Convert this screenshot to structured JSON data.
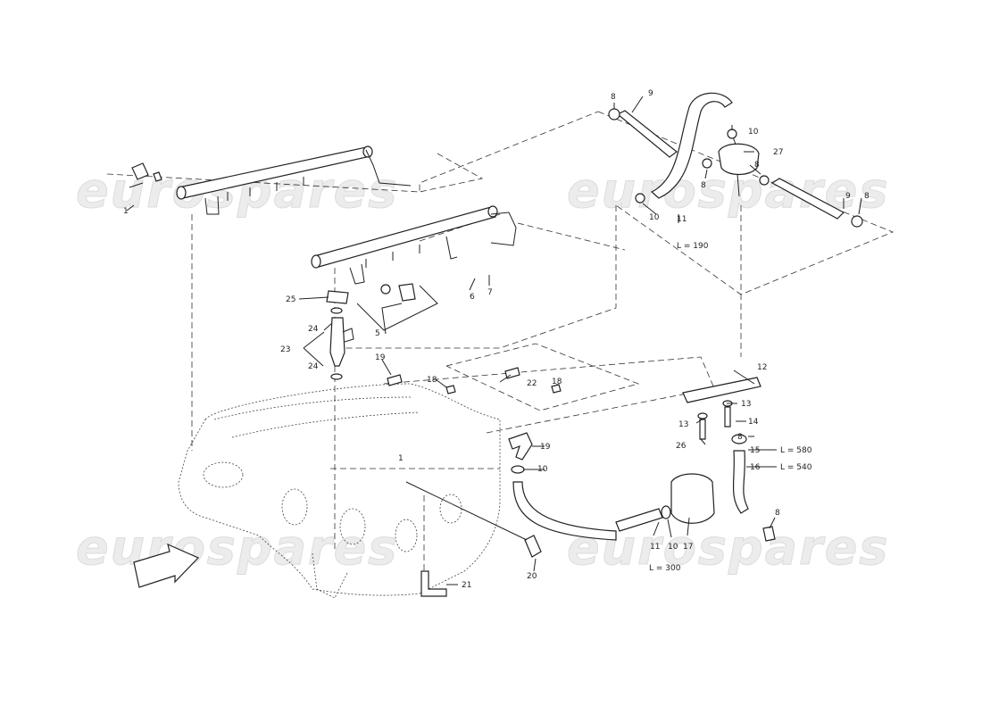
{
  "watermark": "eurospares",
  "part_labels": {
    "p1a": "1",
    "p1b": "1",
    "p5": "5",
    "p6": "6",
    "p7": "7",
    "p8a": "8",
    "p8b": "8",
    "p8c": "8",
    "p8d": "8",
    "p8e": "8",
    "p8f": "8",
    "p9a": "9",
    "p9b": "9",
    "p10a": "10",
    "p10b": "10",
    "p10c": "10",
    "p10d": "10",
    "p11a": "11",
    "p11b": "11",
    "p12": "12",
    "p13a": "13",
    "p13b": "13",
    "p14": "14",
    "p15": "15",
    "p16": "16",
    "p17": "17",
    "p18a": "18",
    "p18b": "18",
    "p19a": "19",
    "p19b": "19",
    "p20": "20",
    "p21": "21",
    "p22": "22",
    "p23": "23",
    "p24a": "24",
    "p24b": "24",
    "p25": "25",
    "p26": "26",
    "p27": "27"
  },
  "lengths": {
    "l190": "L = 190",
    "l300": "L = 300",
    "l580": "L = 580",
    "l540": "L = 540"
  }
}
